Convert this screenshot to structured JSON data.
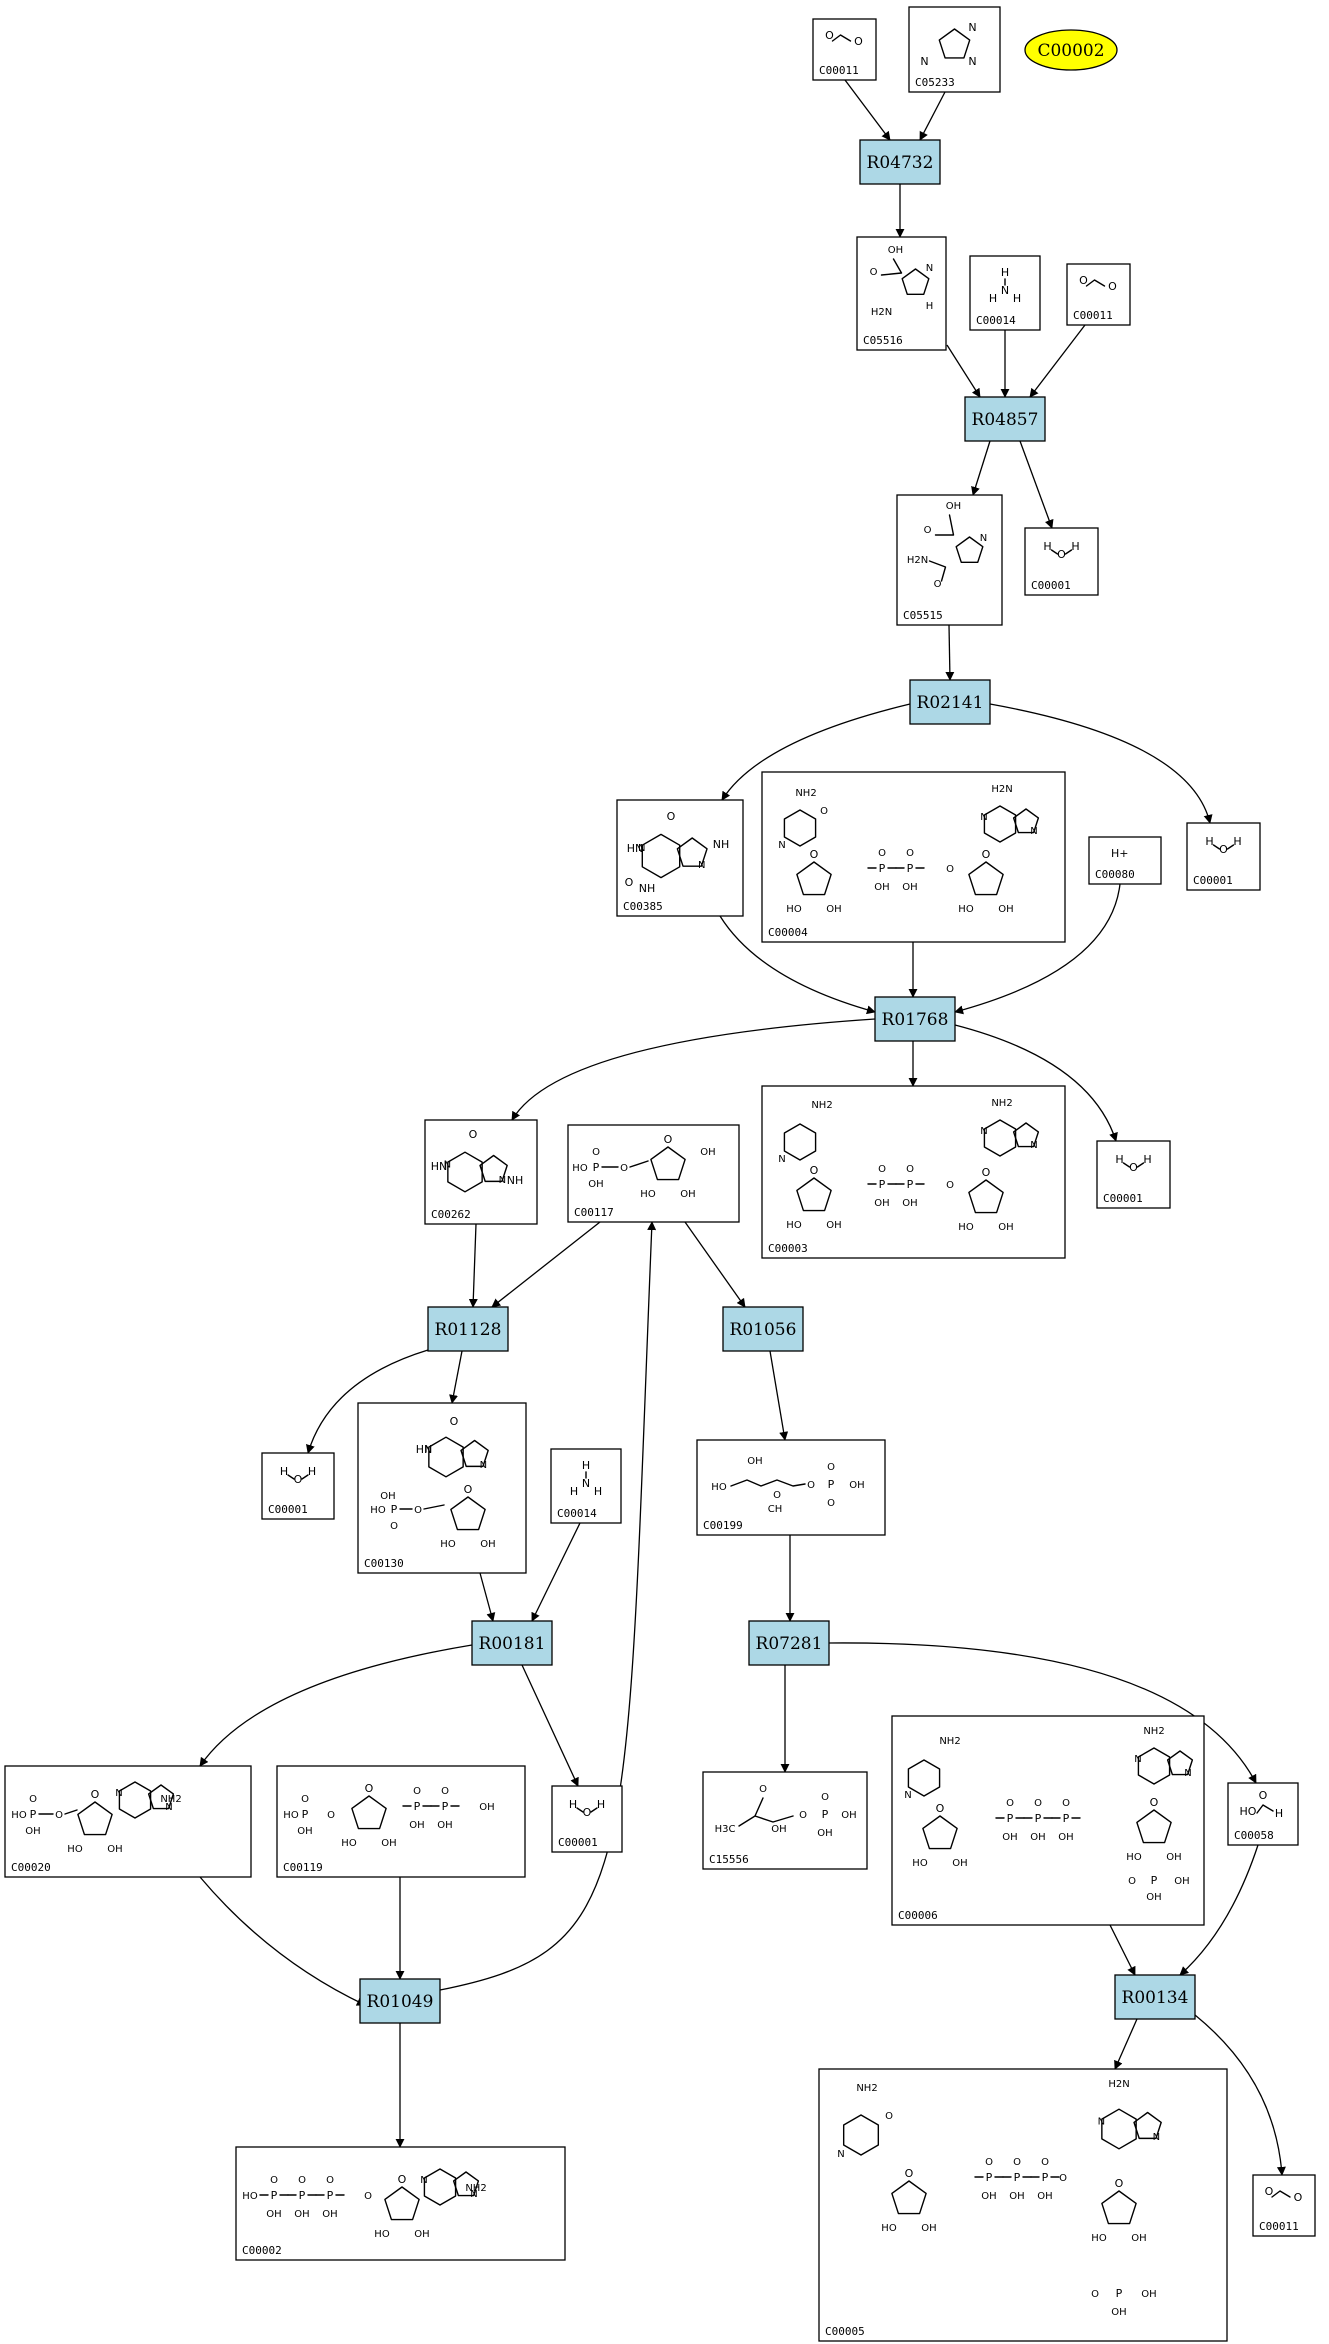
{
  "query": {
    "id": "C00002",
    "color": "#ffff00"
  },
  "colors": {
    "reaction_fill": "#add8e6",
    "compound_fill": "#ffffff",
    "edge": "#000000"
  },
  "reactions": [
    {
      "id": "R04732"
    },
    {
      "id": "R04857"
    },
    {
      "id": "R02141"
    },
    {
      "id": "R01768"
    },
    {
      "id": "R01128"
    },
    {
      "id": "R01056"
    },
    {
      "id": "R00181"
    },
    {
      "id": "R07281"
    },
    {
      "id": "R01049"
    },
    {
      "id": "R00134"
    }
  ],
  "compounds": [
    {
      "key": "c00011-top",
      "id": "C00011",
      "glyph": "carbon-dioxide",
      "text": ""
    },
    {
      "key": "c05233",
      "id": "C05233",
      "glyph": "imidazole",
      "text": ""
    },
    {
      "key": "c05516",
      "id": "C05516",
      "glyph": "aminoimidazole-carboxylate",
      "text": ""
    },
    {
      "key": "c00014-a",
      "id": "C00014",
      "glyph": "ammonia",
      "text": ""
    },
    {
      "key": "c00011-b",
      "id": "C00011",
      "glyph": "carbon-dioxide",
      "text": ""
    },
    {
      "key": "c05515",
      "id": "C05515",
      "glyph": "ureido-imidazole-carboxylate",
      "text": ""
    },
    {
      "key": "c00001-a",
      "id": "C00001",
      "glyph": "water",
      "text": ""
    },
    {
      "key": "c00385",
      "id": "C00385",
      "glyph": "xanthine",
      "text": ""
    },
    {
      "key": "c00004",
      "id": "C00004",
      "glyph": "nadh",
      "text": ""
    },
    {
      "key": "c00080",
      "id": "C00080",
      "glyph": "proton",
      "text": "H+"
    },
    {
      "key": "c00001-b",
      "id": "C00001",
      "glyph": "water",
      "text": ""
    },
    {
      "key": "c00262",
      "id": "C00262",
      "glyph": "hypoxanthine",
      "text": ""
    },
    {
      "key": "c00117",
      "id": "C00117",
      "glyph": "ribose-5-phosphate",
      "text": ""
    },
    {
      "key": "c00003",
      "id": "C00003",
      "glyph": "nad-plus",
      "text": ""
    },
    {
      "key": "c00001-c",
      "id": "C00001",
      "glyph": "water",
      "text": ""
    },
    {
      "key": "c00001-d",
      "id": "C00001",
      "glyph": "water",
      "text": ""
    },
    {
      "key": "c00130",
      "id": "C00130",
      "glyph": "imp",
      "text": ""
    },
    {
      "key": "c00014-b",
      "id": "C00014",
      "glyph": "ammonia",
      "text": ""
    },
    {
      "key": "c00199",
      "id": "C00199",
      "glyph": "ribulose-5-phosphate",
      "text": ""
    },
    {
      "key": "c00020",
      "id": "C00020",
      "glyph": "amp",
      "text": ""
    },
    {
      "key": "c00119",
      "id": "C00119",
      "glyph": "prpp",
      "text": ""
    },
    {
      "key": "c00001-e",
      "id": "C00001",
      "glyph": "water",
      "text": ""
    },
    {
      "key": "c15556",
      "id": "C15556",
      "glyph": "butanone-phosphate",
      "text": ""
    },
    {
      "key": "c00006",
      "id": "C00006",
      "glyph": "nadp-plus",
      "text": ""
    },
    {
      "key": "c00058",
      "id": "C00058",
      "glyph": "formate",
      "text": ""
    },
    {
      "key": "c00002",
      "id": "C00002",
      "glyph": "atp",
      "text": ""
    },
    {
      "key": "c00005",
      "id": "C00005",
      "glyph": "nadph",
      "text": ""
    },
    {
      "key": "c00011-c",
      "id": "C00011",
      "glyph": "carbon-dioxide",
      "text": ""
    }
  ],
  "atom_labels": {
    "o": "O",
    "n": "N",
    "nh": "NH",
    "hn": "HN",
    "h": "H",
    "oh": "OH",
    "ho": "HO",
    "nh2": "NH2",
    "h2n": "H2N",
    "p": "P",
    "hoh": "H",
    "h3c": "H3C",
    "ch": "CH"
  },
  "edges": [
    {
      "from": "c00011-top",
      "to": "R04732"
    },
    {
      "from": "c05233",
      "to": "R04732"
    },
    {
      "from": "R04732",
      "to": "c05516"
    },
    {
      "from": "c05516",
      "to": "R04857"
    },
    {
      "from": "c00014-a",
      "to": "R04857"
    },
    {
      "from": "c00011-b",
      "to": "R04857"
    },
    {
      "from": "R04857",
      "to": "c05515"
    },
    {
      "from": "R04857",
      "to": "c00001-a"
    },
    {
      "from": "c05515",
      "to": "R02141"
    },
    {
      "from": "R02141",
      "to": "c00385"
    },
    {
      "from": "R02141",
      "to": "c00001-b"
    },
    {
      "from": "c00385",
      "to": "R01768"
    },
    {
      "from": "c00004",
      "to": "R01768"
    },
    {
      "from": "c00080",
      "to": "R01768"
    },
    {
      "from": "R01768",
      "to": "c00262"
    },
    {
      "from": "R01768",
      "to": "c00003"
    },
    {
      "from": "R01768",
      "to": "c00001-c"
    },
    {
      "from": "c00262",
      "to": "R01128"
    },
    {
      "from": "c00117",
      "to": "R01128"
    },
    {
      "from": "c00117",
      "to": "R01056"
    },
    {
      "from": "R01128",
      "to": "c00001-d"
    },
    {
      "from": "R01128",
      "to": "c00130"
    },
    {
      "from": "c00130",
      "to": "R00181"
    },
    {
      "from": "c00014-b",
      "to": "R00181"
    },
    {
      "from": "R01056",
      "to": "c00199"
    },
    {
      "from": "c00199",
      "to": "R07281"
    },
    {
      "from": "R00181",
      "to": "c00020"
    },
    {
      "from": "R00181",
      "to": "c00001-e"
    },
    {
      "from": "R07281",
      "to": "c15556"
    },
    {
      "from": "R07281",
      "to": "c00058"
    },
    {
      "from": "c00020",
      "to": "R01049"
    },
    {
      "from": "c00119",
      "to": "R01049"
    },
    {
      "from": "R01049",
      "to": "c00117"
    },
    {
      "from": "R01049",
      "to": "c00002"
    },
    {
      "from": "c00006",
      "to": "R00134"
    },
    {
      "from": "c00058",
      "to": "R00134"
    },
    {
      "from": "R00134",
      "to": "c00005"
    },
    {
      "from": "R00134",
      "to": "c00011-c"
    }
  ]
}
